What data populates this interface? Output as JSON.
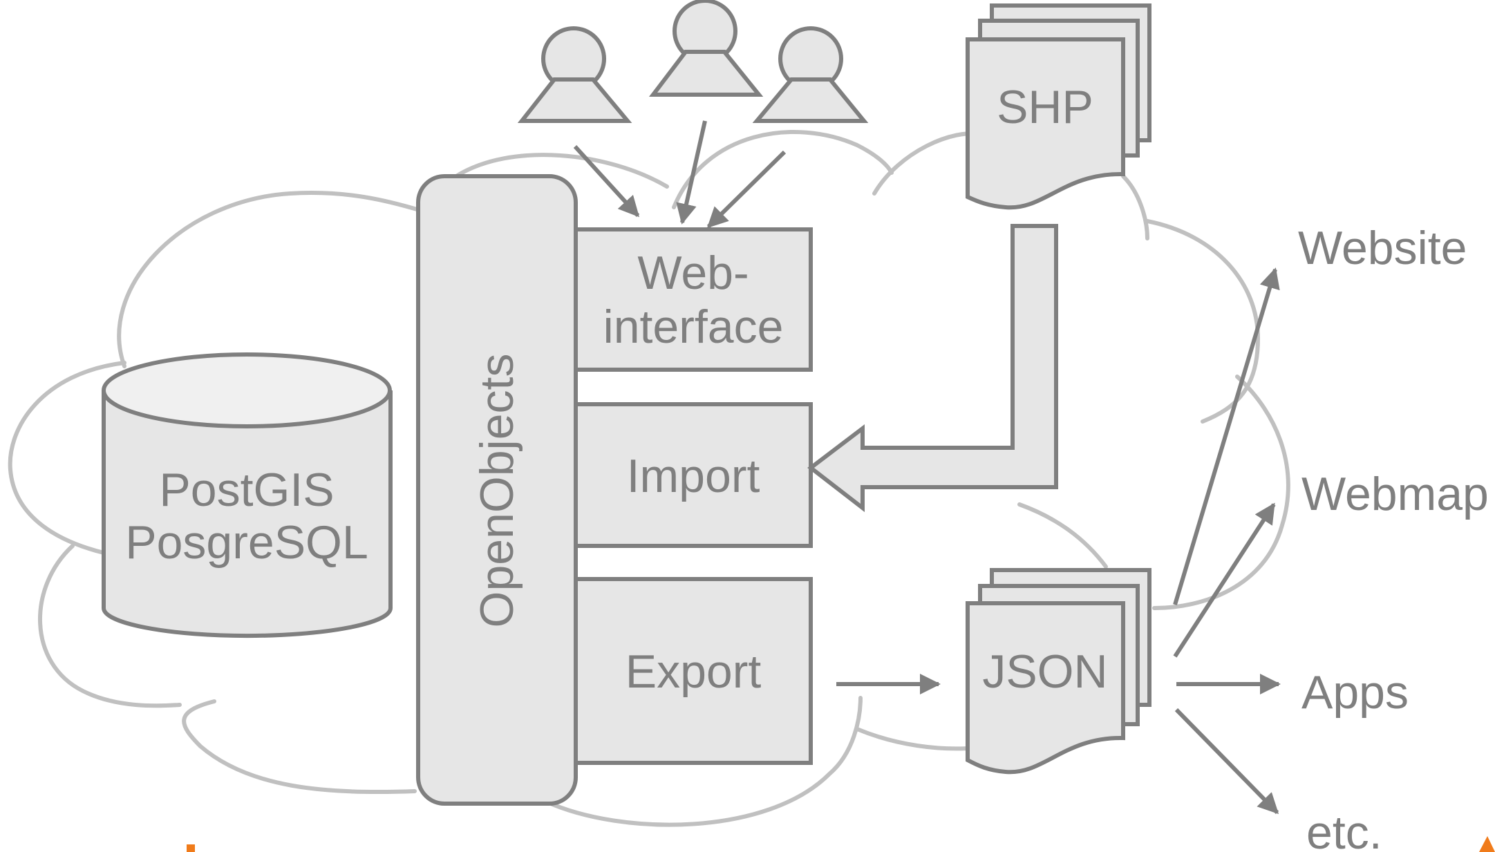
{
  "colors": {
    "stroke": "#7f7f7f",
    "fill": "#e6e6e6",
    "cloud": "#c0c0c0",
    "text": "#7f7f7f",
    "accent": "#f07b1a"
  },
  "database": {
    "line1": "PostGIS",
    "line2": "PosgreSQL"
  },
  "core": {
    "label": "OpenObjects"
  },
  "modules": {
    "web_line1": "Web-",
    "web_line2": "interface",
    "import": "Import",
    "export": "Export"
  },
  "files": {
    "shp": "SHP",
    "json": "JSON"
  },
  "outputs": {
    "website": "Website",
    "webmap": "Webmap",
    "apps": "Apps",
    "etc": "etc."
  },
  "icons": {
    "users": "user-icon",
    "documents": "document-stack-icon",
    "database": "database-cylinder-icon"
  }
}
